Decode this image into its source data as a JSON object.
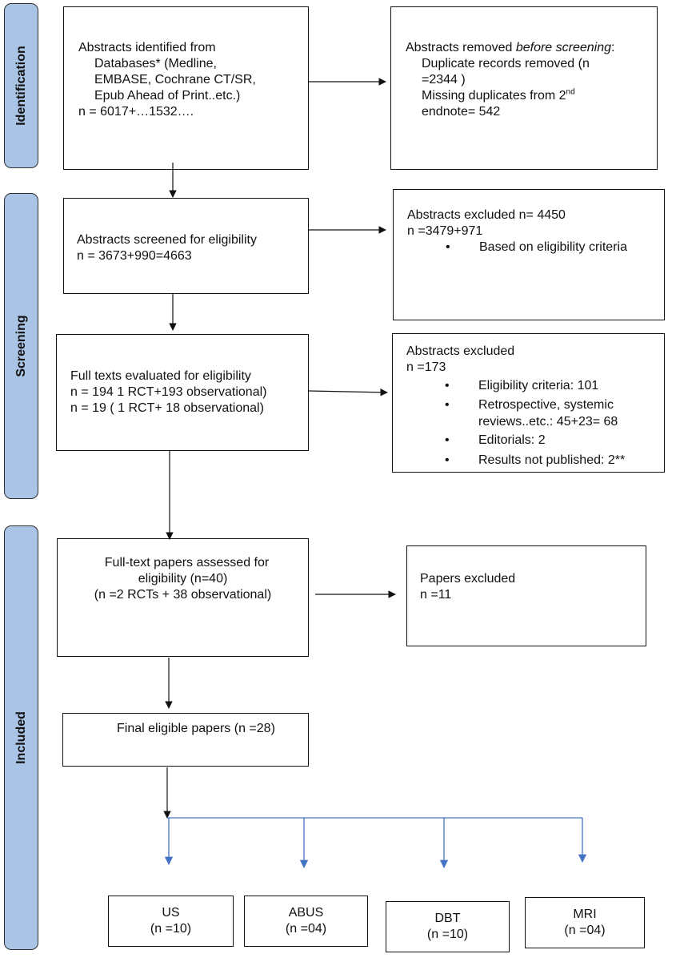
{
  "phases": {
    "identification": "Identification",
    "screening": "Screening",
    "included": "Included"
  },
  "identified": {
    "line1": "Abstracts identified from",
    "line2": "Databases* (Medline,",
    "line3": "EMBASE, Cochrane CT/SR,",
    "line4": "Epub Ahead of Print..etc.)",
    "line5": "n = 6017+…1532…."
  },
  "removed": {
    "line1_pre": "Abstracts removed ",
    "line1_em": "before screening",
    "line1_post": ":",
    "line2": "Duplicate records removed  (n",
    "line3": "=2344 )",
    "line4_pre": "Missing duplicates from 2",
    "line4_sup": "nd",
    "line5": "endnote= 542"
  },
  "screened": {
    "line1": "Abstracts screened for eligibility",
    "line2": "n = 3673+990=4663"
  },
  "excluded1": {
    "line1": "Abstracts excluded n= 4450",
    "line2": "n =3479+971",
    "bullets": [
      "Based on eligibility criteria"
    ]
  },
  "fulltexts": {
    "line1": "Full texts evaluated for eligibility",
    "line2": "n = 194 1 RCT+193 observational)",
    "line3": "n = 19 ( 1 RCT+ 18 observational)"
  },
  "excluded2": {
    "line1": "Abstracts excluded",
    "line2": "n =173",
    "bullets": [
      "Eligibility criteria: 101",
      "Retrospective, systemic",
      "Editorials: 2",
      "Results not published: 2**"
    ],
    "bullet2_cont": "reviews..etc.: 45+23= 68"
  },
  "assessed": {
    "line1": "Full-text papers assessed for",
    "line2": "eligibility (n=40)",
    "line3": "(n =2 RCTs + 38 observational)"
  },
  "papers_excluded": {
    "line1": "Papers excluded",
    "line2": "n =11"
  },
  "final": {
    "line1": "Final eligible papers (n =28)"
  },
  "modalities": [
    {
      "name": "US",
      "n": "(n =10)"
    },
    {
      "name": "ABUS",
      "n": "(n =04)"
    },
    {
      "name": "DBT",
      "n": "(n =10)"
    },
    {
      "name": "MRI",
      "n": "(n =04)"
    }
  ],
  "colors": {
    "phase_fill": "#a9c4e4",
    "branch_line": "#4472c4"
  }
}
